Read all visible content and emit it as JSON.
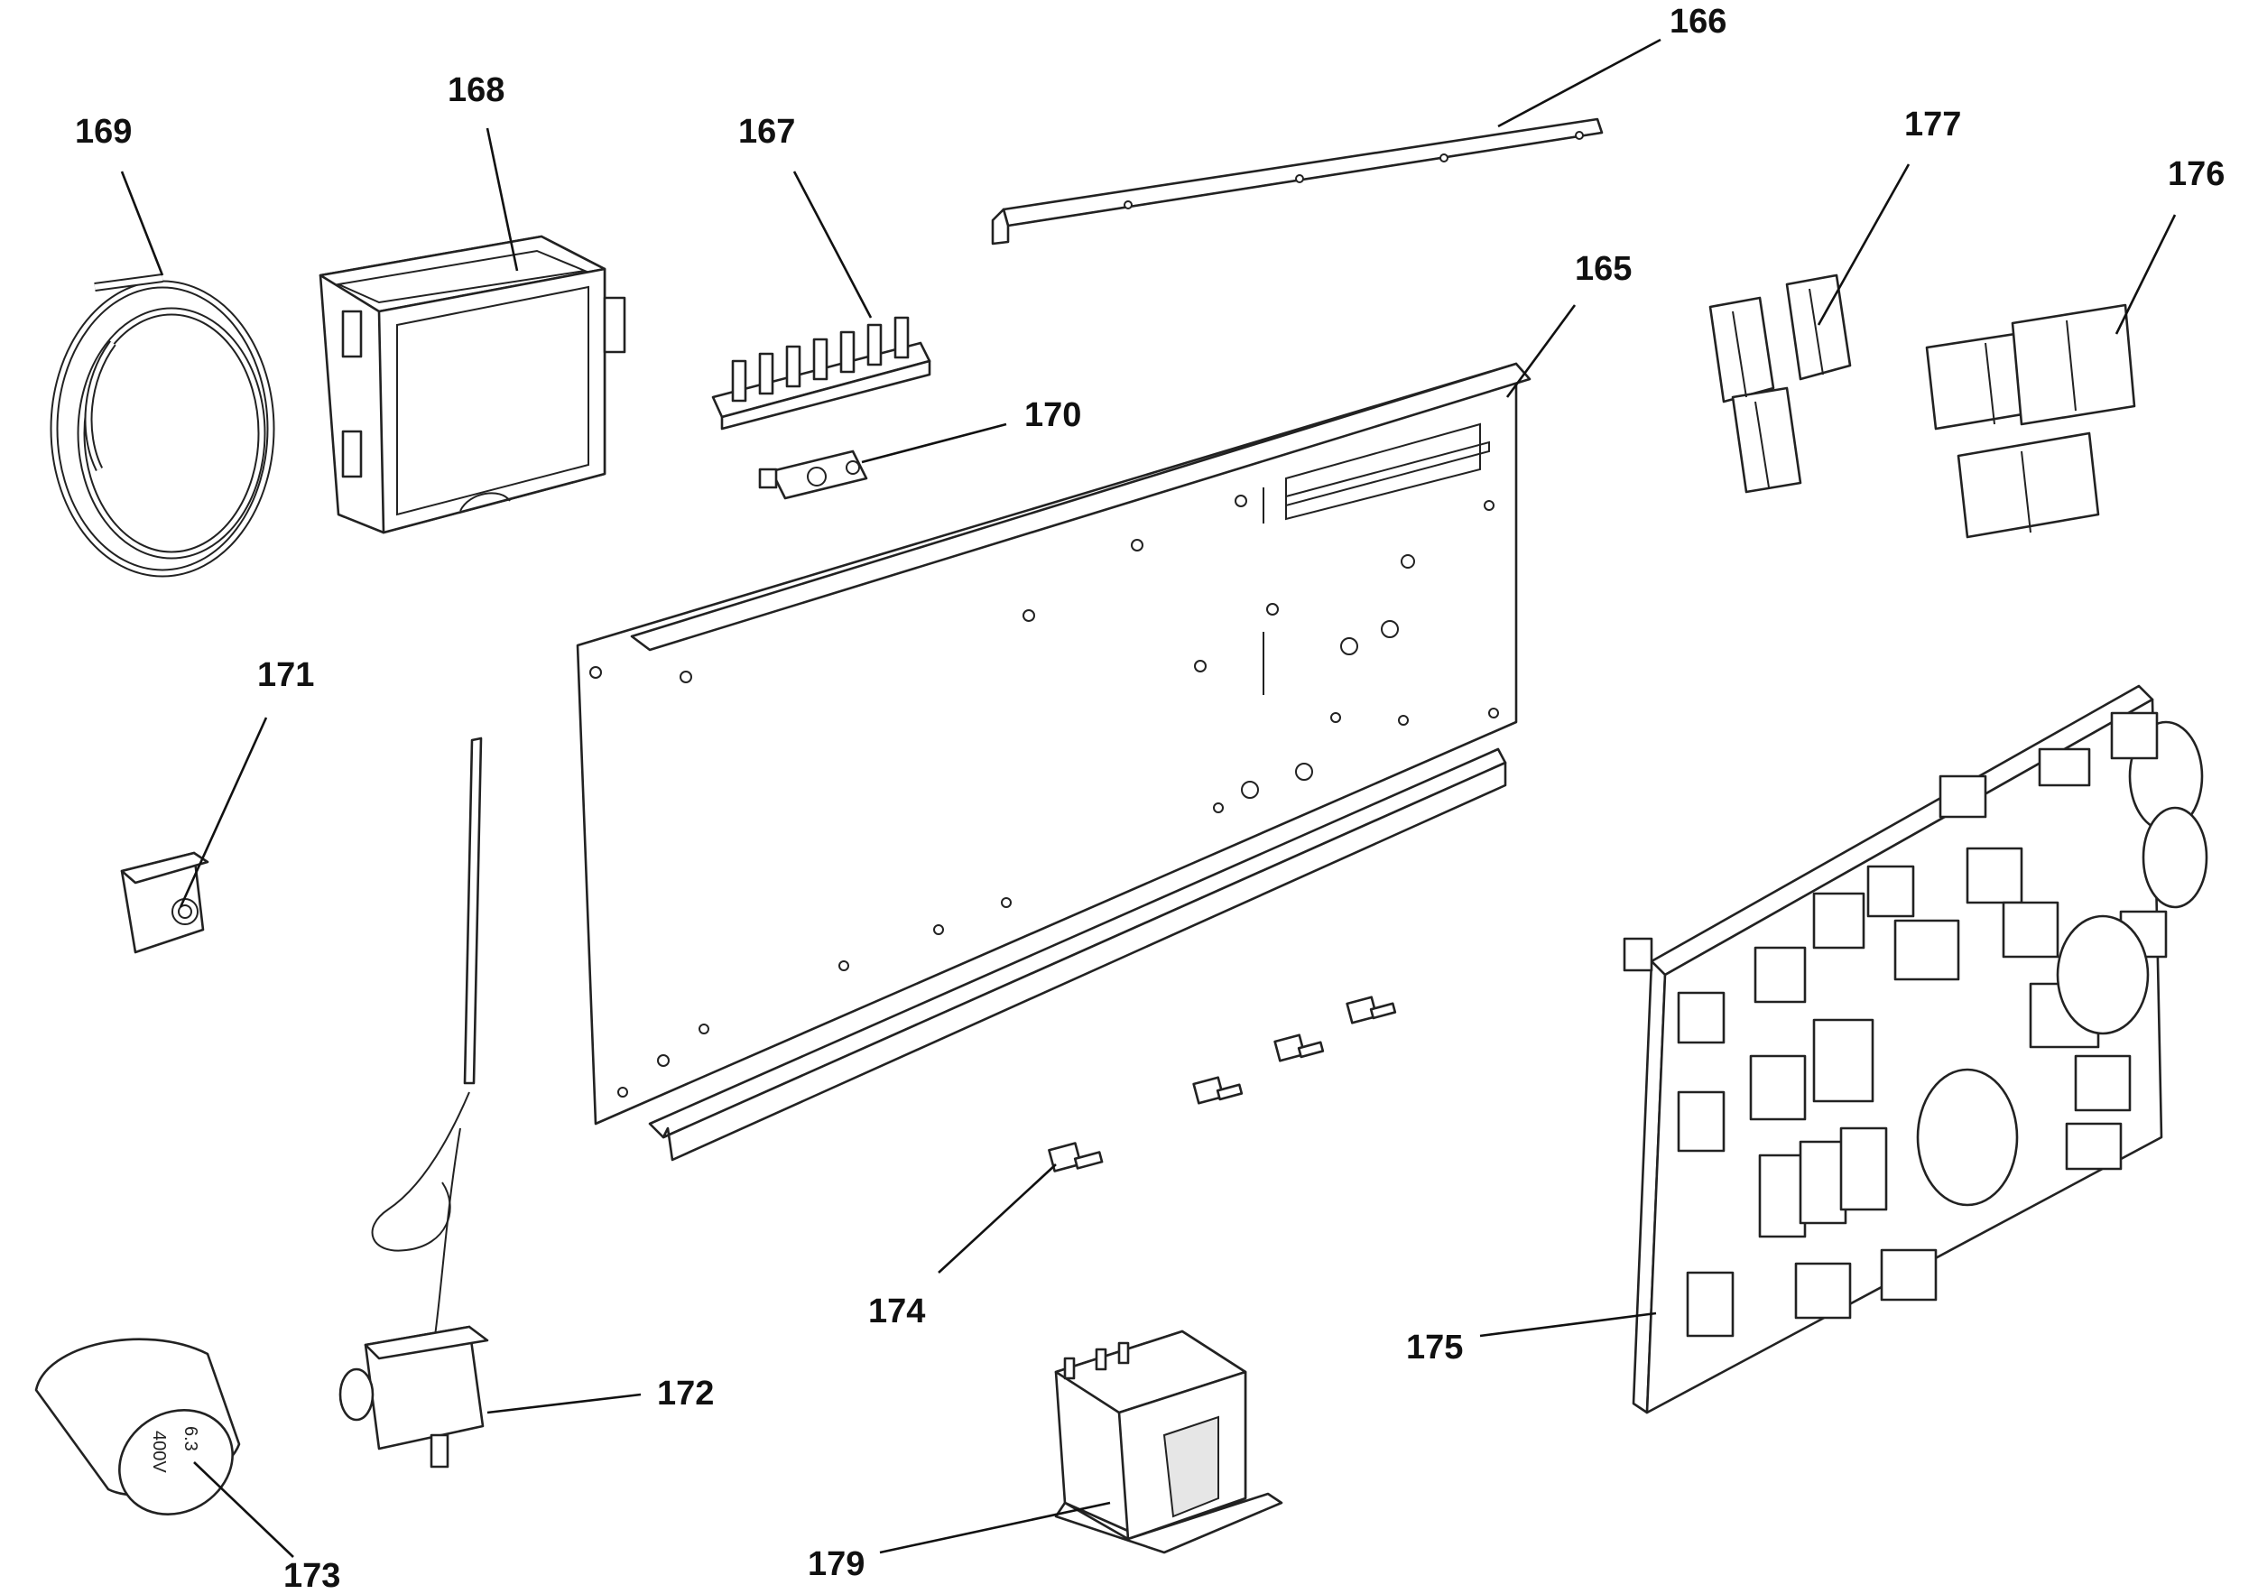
{
  "diagram": {
    "parts": [
      {
        "id": "p165",
        "name": "mounting-plate",
        "label": "165"
      },
      {
        "id": "p166",
        "name": "top-bracket",
        "label": "166"
      },
      {
        "id": "p167",
        "name": "terminal-block",
        "label": "167"
      },
      {
        "id": "p168",
        "name": "cover-box",
        "label": "168"
      },
      {
        "id": "p169",
        "name": "cable-coil",
        "label": "169"
      },
      {
        "id": "p170",
        "name": "connector-clip",
        "label": "170"
      },
      {
        "id": "p171",
        "name": "switch-knob",
        "label": "171"
      },
      {
        "id": "p172",
        "name": "thermostat",
        "label": "172"
      },
      {
        "id": "p173",
        "name": "capacitor",
        "label": "173"
      },
      {
        "id": "p174",
        "name": "standoff-spacer",
        "label": "174"
      },
      {
        "id": "p175",
        "name": "control-board",
        "label": "175"
      },
      {
        "id": "p176",
        "name": "contactors",
        "label": "176"
      },
      {
        "id": "p177",
        "name": "relay-bases",
        "label": "177"
      },
      {
        "id": "p179",
        "name": "transformer",
        "label": "179"
      }
    ],
    "capacitor_marking": {
      "line1": "6.3",
      "line2": "400V"
    }
  }
}
